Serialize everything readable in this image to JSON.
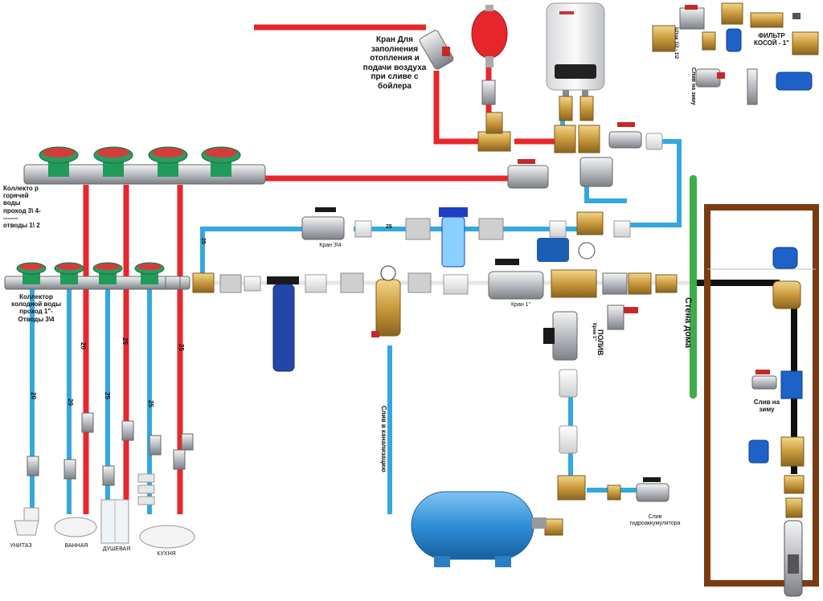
{
  "labels": {
    "fill_valve": "Кран Для заполнения отопления и подачи воздуха при сливе с бойлера",
    "hot_manifold": "Коллекто р горячей воды проход 3\\ 4-------- отводы 1\\ 2",
    "cold_manifold": "Коллектор холодной воды проход 1\"- Отводы 3\\4",
    "filter_oblique": "ФИЛЬТР КОСОЙ - 1\"",
    "winter_drain_top": "Слив на зиму",
    "winter_drain_well": "Слив на зиму",
    "watering": "ПОЛИВ",
    "wall": "Стена дома",
    "sewer_drain": "Слив в канализацию",
    "accumulator_drain": "Слив гидроаккумулятора",
    "valve_34": "Кран 3\\4",
    "valve_1": "Кран 1\"",
    "valve_1_side": "Кран 1\"",
    "small_thread": "Шток 1\\2 - 1\\2",
    "fixture_toilet": "УНИТАЗ",
    "fixture_bath": "ВАННАЯ",
    "fixture_shower": "ДУШЕВАЯ",
    "fixture_kitchen": "КУХНЯ"
  },
  "pipe_sizes": {
    "p25a": "25",
    "p25b": "25",
    "p20a": "20",
    "p20b": "20",
    "p25c": "25",
    "p25d": "25",
    "p20c": "20",
    "p25e": "25",
    "p25f": "25"
  },
  "colors": {
    "hot": "#e8262b",
    "cold": "#33a8df",
    "wall": "#3cae49",
    "brass": "#c9a04a",
    "well": "#7a3b12",
    "tank": "#2f8fd8",
    "handle": "#d62a2a"
  }
}
